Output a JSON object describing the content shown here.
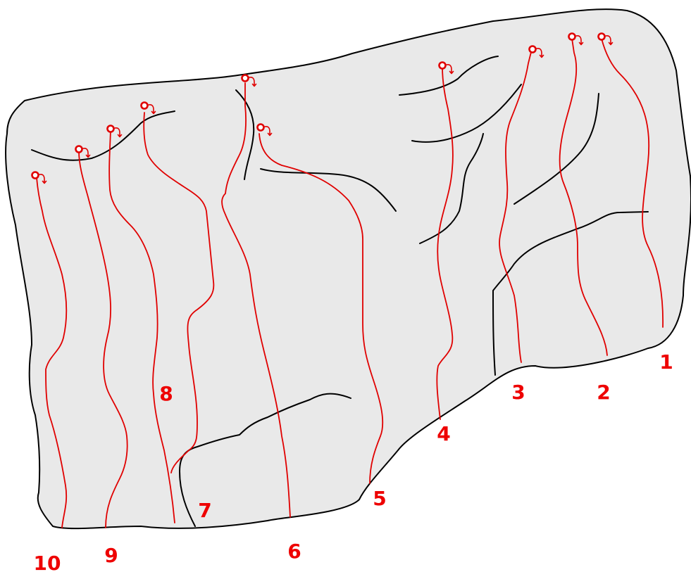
{
  "colors": {
    "rock_fill": "#e9e9e9",
    "outline": "#000000",
    "route_line": "#e00000",
    "route_number": "#ee0000",
    "background": "#ffffff"
  },
  "icons": {
    "route_start": "start-circle-with-down-arrow-icon"
  },
  "routes": [
    {
      "label": "1"
    },
    {
      "label": "2"
    },
    {
      "label": "3"
    },
    {
      "label": "4"
    },
    {
      "label": "5"
    },
    {
      "label": "6"
    },
    {
      "label": "7"
    },
    {
      "label": "8"
    },
    {
      "label": "9"
    },
    {
      "label": "10"
    }
  ]
}
